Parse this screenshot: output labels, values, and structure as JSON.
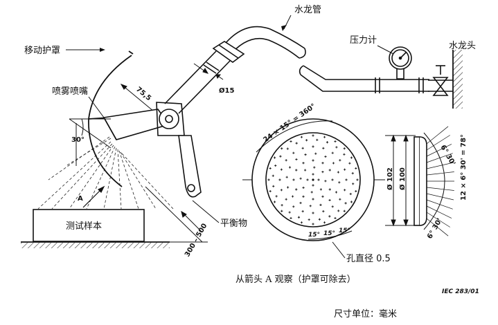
{
  "labels": {
    "water_pipe": "水龙管",
    "moving_guard": "移动护罩",
    "pressure_gauge": "压力计",
    "faucet": "水龙头",
    "spray_nozzle": "喷雾喷嘴",
    "test_sample": "测试样本",
    "counterweight": "平衡物",
    "hole_diameter": "孔直径 0.5",
    "view_from_arrow": "从箭头 A 观察（护罩可除去）",
    "code": "IEC 283/01",
    "unit": "尺寸单位：毫米"
  },
  "dimensions": {
    "d15": "Ø15",
    "len75": "75,5",
    "angle30": "30°",
    "arrowA": "A",
    "range300500": "300 – 500",
    "holes_angle": "24 × 15° = 360°",
    "seg15_a": "15°",
    "seg15_b": "15°",
    "seg15_c": "15°",
    "d102": "Ø 102",
    "d100": "Ø 100",
    "a630_1": "6° 30'",
    "a630_2": "6° 30'",
    "a78": "12 × 6° 30' = 78°"
  },
  "colors": {
    "ink": "#111111",
    "hatch": "#333333",
    "background": "#ffffff"
  }
}
